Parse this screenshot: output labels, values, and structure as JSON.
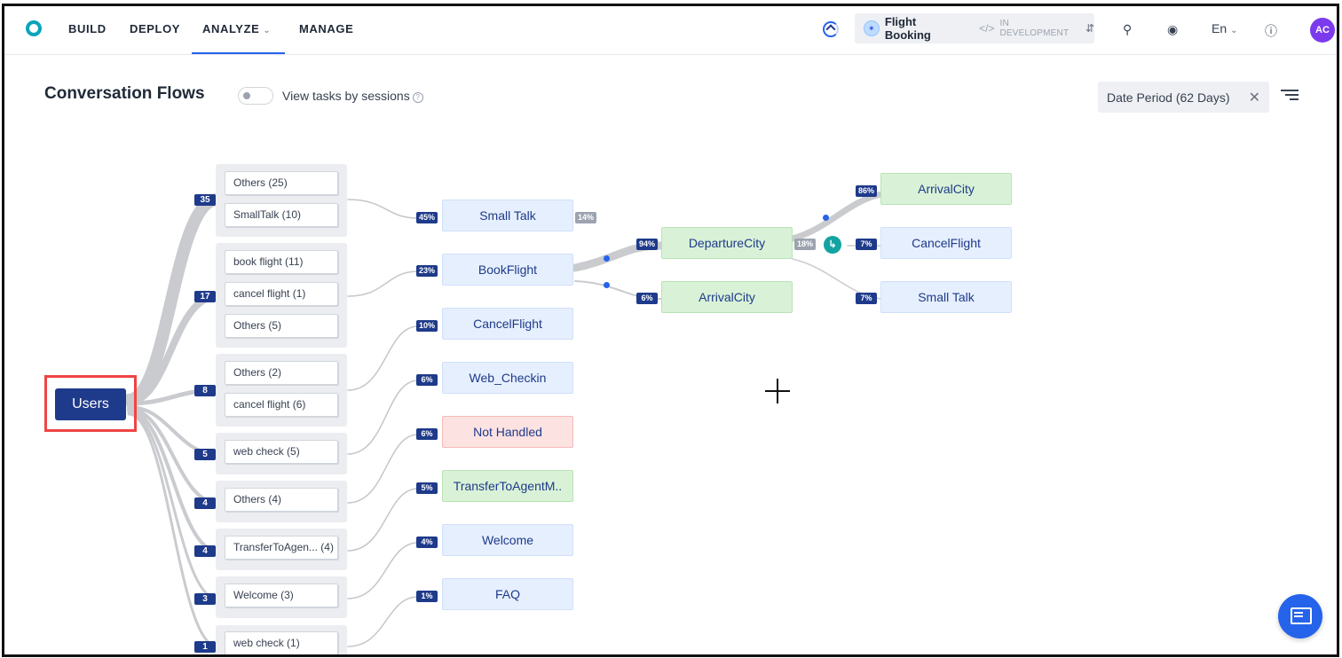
{
  "nav": {
    "items": [
      "BUILD",
      "DEPLOY",
      "ANALYZE",
      "MANAGE"
    ],
    "active": "ANALYZE",
    "app_name": "Flight Booking",
    "app_status": "IN DEVELOPMENT",
    "language": "En",
    "avatar_initials": "AC"
  },
  "header": {
    "title": "Conversation Flows",
    "toggle_label": "View tasks by sessions",
    "date_filter": "Date Period (62 Days)"
  },
  "flow": {
    "root": "Users",
    "groups": [
      {
        "count": "35",
        "intents": [
          "Others (25)",
          "SmallTalk (10)"
        ]
      },
      {
        "count": "17",
        "intents": [
          "book flight (11)",
          "cancel flight (1)",
          "Others (5)"
        ]
      },
      {
        "count": "8",
        "intents": [
          "Others (2)",
          "cancel flight (6)"
        ]
      },
      {
        "count": "5",
        "intents": [
          "web check (5)"
        ]
      },
      {
        "count": "4",
        "intents": [
          "Others (4)"
        ]
      },
      {
        "count": "4",
        "intents": [
          "TransferToAgen... (4)"
        ]
      },
      {
        "count": "3",
        "intents": [
          "Welcome (3)"
        ]
      },
      {
        "count": "1",
        "intents": [
          "web check (1)"
        ]
      }
    ],
    "tasks": [
      {
        "pct": "45%",
        "label": "Small Talk",
        "color": "blue",
        "drop": "14%"
      },
      {
        "pct": "23%",
        "label": "BookFlight",
        "color": "blue"
      },
      {
        "pct": "10%",
        "label": "CancelFlight",
        "color": "blue"
      },
      {
        "pct": "6%",
        "label": "Web_Checkin",
        "color": "blue"
      },
      {
        "pct": "6%",
        "label": "Not Handled",
        "color": "red"
      },
      {
        "pct": "5%",
        "label": "TransferToAgentM..",
        "color": "green"
      },
      {
        "pct": "4%",
        "label": "Welcome",
        "color": "blue"
      },
      {
        "pct": "1%",
        "label": "FAQ",
        "color": "blue"
      }
    ],
    "level2": [
      {
        "pct": "94%",
        "label": "DepartureCity",
        "color": "green",
        "drop": "18%"
      },
      {
        "pct": "6%",
        "label": "ArrivalCity",
        "color": "green"
      }
    ],
    "level3": [
      {
        "pct": "86%",
        "label": "ArrivalCity",
        "color": "green"
      },
      {
        "pct": "7%",
        "label": "CancelFlight",
        "color": "blue"
      },
      {
        "pct": "7%",
        "label": "Small Talk",
        "color": "blue"
      }
    ]
  },
  "colors": {
    "brand": "#1e3a8a",
    "accent": "#2563eb",
    "node_blue": "#e6effd",
    "node_green": "#d9f2d7",
    "node_red": "#fde2e2",
    "highlight": "#ef4444"
  },
  "icons": [
    "logo-icon",
    "sync-icon",
    "app-icon",
    "code-icon",
    "search-icon",
    "target-icon",
    "help-icon",
    "filter-icon",
    "close-icon",
    "chat-icon",
    "redirect-icon"
  ]
}
